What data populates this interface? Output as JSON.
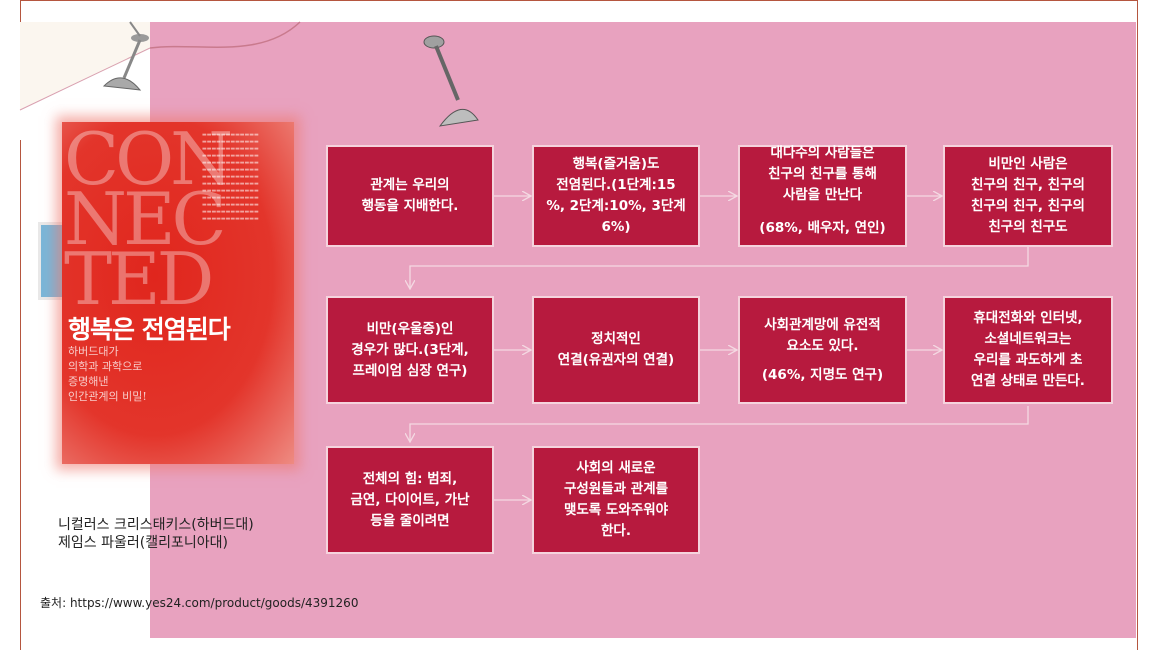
{
  "book": {
    "cover_big_text": [
      "CON",
      "NEC",
      "TED"
    ],
    "title": "행복은 전염된다",
    "subtitle_lines": [
      "하버드대가",
      "의학과 과학으로",
      "증명해낸",
      "인간관계의 비밀!"
    ]
  },
  "authors": [
    "니컬러스 크리스태키스(하버드대)",
    "제임스 파울러(캘리포니아대)"
  ],
  "source": "출처: https://www.yes24.com/product/goods/4391260",
  "flow": {
    "row1": [
      {
        "lines": [
          "관계는 우리의",
          "행동을 지배한다."
        ]
      },
      {
        "lines": [
          "행복(즐거움)도",
          "전염된다.(1단계:15",
          "%, 2단계:10%, 3단계",
          "6%)"
        ]
      },
      {
        "lines": [
          "대다수의 사람들은",
          "친구의 친구를 통해",
          "사람을 만난다"
        ],
        "note": "(68%, 배우자, 연인)"
      },
      {
        "lines": [
          "비만인 사람은",
          "친구의 친구, 친구의",
          "친구의 친구, 친구의",
          "친구의 친구도"
        ]
      }
    ],
    "row2": [
      {
        "lines": [
          "비만(우울증)인",
          "경우가 많다.(3단계,",
          "프레이엄 심장 연구)"
        ]
      },
      {
        "lines": [
          "정치적인",
          "연결(유권자의 연결)"
        ]
      },
      {
        "lines": [
          "사회관계망에 유전적",
          "요소도 있다."
        ],
        "note": "(46%, 지명도 연구)"
      },
      {
        "lines": [
          "휴대전화와 인터넷,",
          "소셜네트워크는",
          "우리를 과도하게 초",
          "연결 상태로 만든다."
        ]
      }
    ],
    "row3": [
      {
        "lines": [
          "전체의 힘: 범죄,",
          "금연, 다이어트, 가난",
          "등을 줄이려면"
        ]
      },
      {
        "lines": [
          "사회의 새로운",
          "구성원들과 관계를",
          "맺도록 도와주워야",
          "한다."
        ]
      }
    ]
  },
  "colors": {
    "box": "#b71a3e",
    "background": "#e8a2bf",
    "book_red": "#e0261d",
    "connector": "#f4d9e2"
  }
}
